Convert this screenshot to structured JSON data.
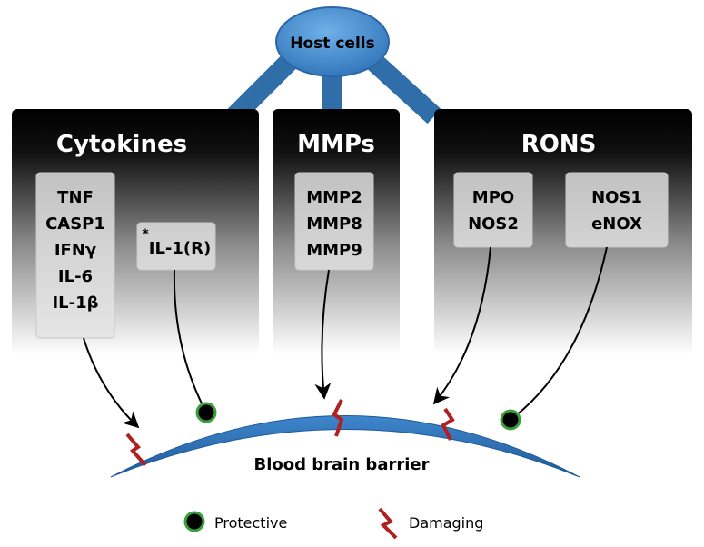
{
  "host": {
    "label": "Host cells"
  },
  "panels": {
    "cytokines": {
      "title": "Cytokines",
      "box1": [
        "TNF",
        "CASP1",
        "IFNγ",
        "IL-6",
        "IL-1β"
      ],
      "box2": {
        "marker": "*",
        "label": "IL-1(R)"
      }
    },
    "mmps": {
      "title": "MMPs",
      "box1": [
        "MMP2",
        "MMP8",
        "MMP9"
      ]
    },
    "rons": {
      "title": "RONS",
      "box1": [
        "MPO",
        "NOS2"
      ],
      "box2": [
        "NOS1",
        "eNOX"
      ]
    }
  },
  "barrier": {
    "label": "Blood brain barrier"
  },
  "legend": {
    "protective": "Protective",
    "damaging": "Damaging"
  },
  "colors": {
    "barrier_blue": "#2f6fb0",
    "host_blue": "#3a82c4",
    "protective_ring": "#3aa03a",
    "damaging_red": "#b02020"
  }
}
